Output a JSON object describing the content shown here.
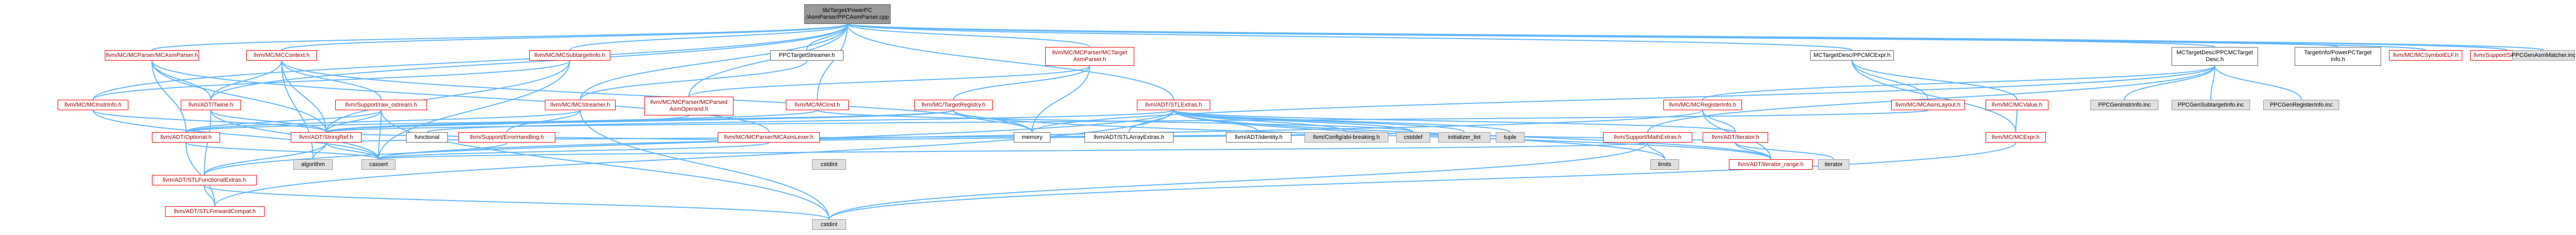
{
  "graph": {
    "title": "",
    "nodes": {
      "root": "lib/Target/PowerPC\n/AsmParser/PPCAsmParser.cpp",
      "mcasmparser": "llvm/MC/MCParser/MCAsmParser.h",
      "mccontext": "llvm/MC/MCContext.h",
      "mcsubtargetinfo": "llvm/MC/MCSubtargetInfo.h",
      "ppctargetstreamer": "PPCTargetStreamer.h",
      "mctargetasmparser": "llvm/MC/MCParser/MCTarget\nAsmParser.h",
      "ppcmcexpr": "MCTargetDesc/PPCMCExpr.h",
      "ppcmctargetdesc": "MCTargetDesc/PPCMCTarget\nDesc.h",
      "ppctargetinfo": "TargetInfo/PowerPCTarget\nInfo.h",
      "mcsymbolelf": "llvm/MC/MCSymbolELF.h",
      "sourcemgr": "llvm/Support/SourceMgr.h",
      "ppcgenasmmatcher": "PPCGenAsmMatcher.inc",
      "mcinstrinfo": "llvm/MC/MCInstrInfo.h",
      "twine": "llvm/ADT/Twine.h",
      "raw_ostream": "llvm/Support/raw_ostream.h",
      "mcstreamer": "llvm/MC/MCStreamer.h",
      "mcparsedasmoperand": "llvm/MC/MCParser/MCParsed\nAsmOperand.h",
      "mcinst": "llvm/MC/MCInst.h",
      "targetregistry": "llvm/MC/TargetRegistry.h",
      "stlextras": "llvm/ADT/STLExtras.h",
      "mcregisterinfo": "llvm/MC/MCRegisterInfo.h",
      "mcasmlayout": "llvm/MC/MCAsmLayout.h",
      "mcvalue": "llvm/MC/MCValue.h",
      "ppcgeninstrinfo": "PPCGenInstrInfo.inc",
      "ppcgensubtargetinfo": "PPCGenSubtargetInfo.inc",
      "ppcgenregisterinfo": "PPCGenRegisterInfo.inc",
      "optional": "llvm/ADT/Optional.h",
      "stringref": "llvm/ADT/StringRef.h",
      "functional": "functional",
      "errorhandling": "llvm/Support/ErrorHandling.h",
      "memory": "memory",
      "mcasmlexer": "llvm/MC/MCParser/MCAsmLexer.h",
      "stlarrayextras": "llvm/ADT/STLArrayExtras.h",
      "identity": "llvm/ADT/identity.h",
      "configbreaking": "llvm/Config/abi-breaking.h",
      "cstddef": "cstddef",
      "initializer_list": "initializer_list",
      "tuple": "tuple",
      "mathextras": "llvm/Support/MathExtras.h",
      "adtiterator": "llvm/ADT/iterator.h",
      "mcexpr": "llvm/MC/MCExpr.h",
      "stlfunctionalextras": "llvm/ADT/STLFunctionalExtras.h",
      "algorithm": "algorithm",
      "cassert": "cassert",
      "cstdint": "cstdint",
      "limits": "limits",
      "iterator_range": "llvm/ADT/iterator_range.h",
      "iterator": "iterator",
      "stlforwardcompat": "llvm/ADT/STLForwardCompat.h",
      "cstdint2": "cstdint"
    },
    "colors": {
      "edge": "#63b8ff",
      "root_fill": "#999999",
      "local_border": "#ff0000",
      "local_text": "#9a0000",
      "system_fill": "#e0e0e0",
      "node_border": "#666666"
    }
  }
}
